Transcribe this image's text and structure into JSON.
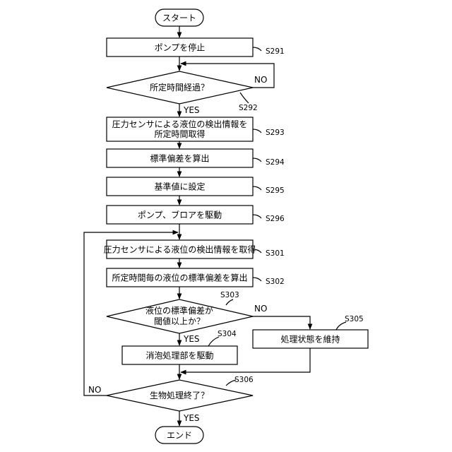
{
  "start": "スタート",
  "end": "エンド",
  "steps": {
    "s291": {
      "text": "ポンプを停止",
      "label": "S291"
    },
    "s292": {
      "text": "所定時間経過？",
      "label": "S292"
    },
    "s293": {
      "line1": "圧力センサによる液位の検出情報を",
      "line2": "所定時間取得",
      "label": "S293"
    },
    "s294": {
      "text": "標準偏差を算出",
      "label": "S294"
    },
    "s295": {
      "text": "基準値に設定",
      "label": "S295"
    },
    "s296": {
      "text": "ポンプ、ブロアを駆動",
      "label": "S296"
    },
    "s301": {
      "text": "圧力センサによる液位の検出情報を取得",
      "label": "S301"
    },
    "s302": {
      "text": "所定時間毎の液位の標準偏差を算出",
      "label": "S302"
    },
    "s303": {
      "line1": "液位の標準偏差が",
      "line2": "閾値以上か？",
      "label": "S303"
    },
    "s304": {
      "text": "消泡処理部を駆動",
      "label": "S304"
    },
    "s305": {
      "text": "処理状態を維持",
      "label": "S305"
    },
    "s306": {
      "text": "生物処理終了？",
      "label": "S306"
    }
  },
  "branches": {
    "yes": "YES",
    "no": "NO"
  }
}
